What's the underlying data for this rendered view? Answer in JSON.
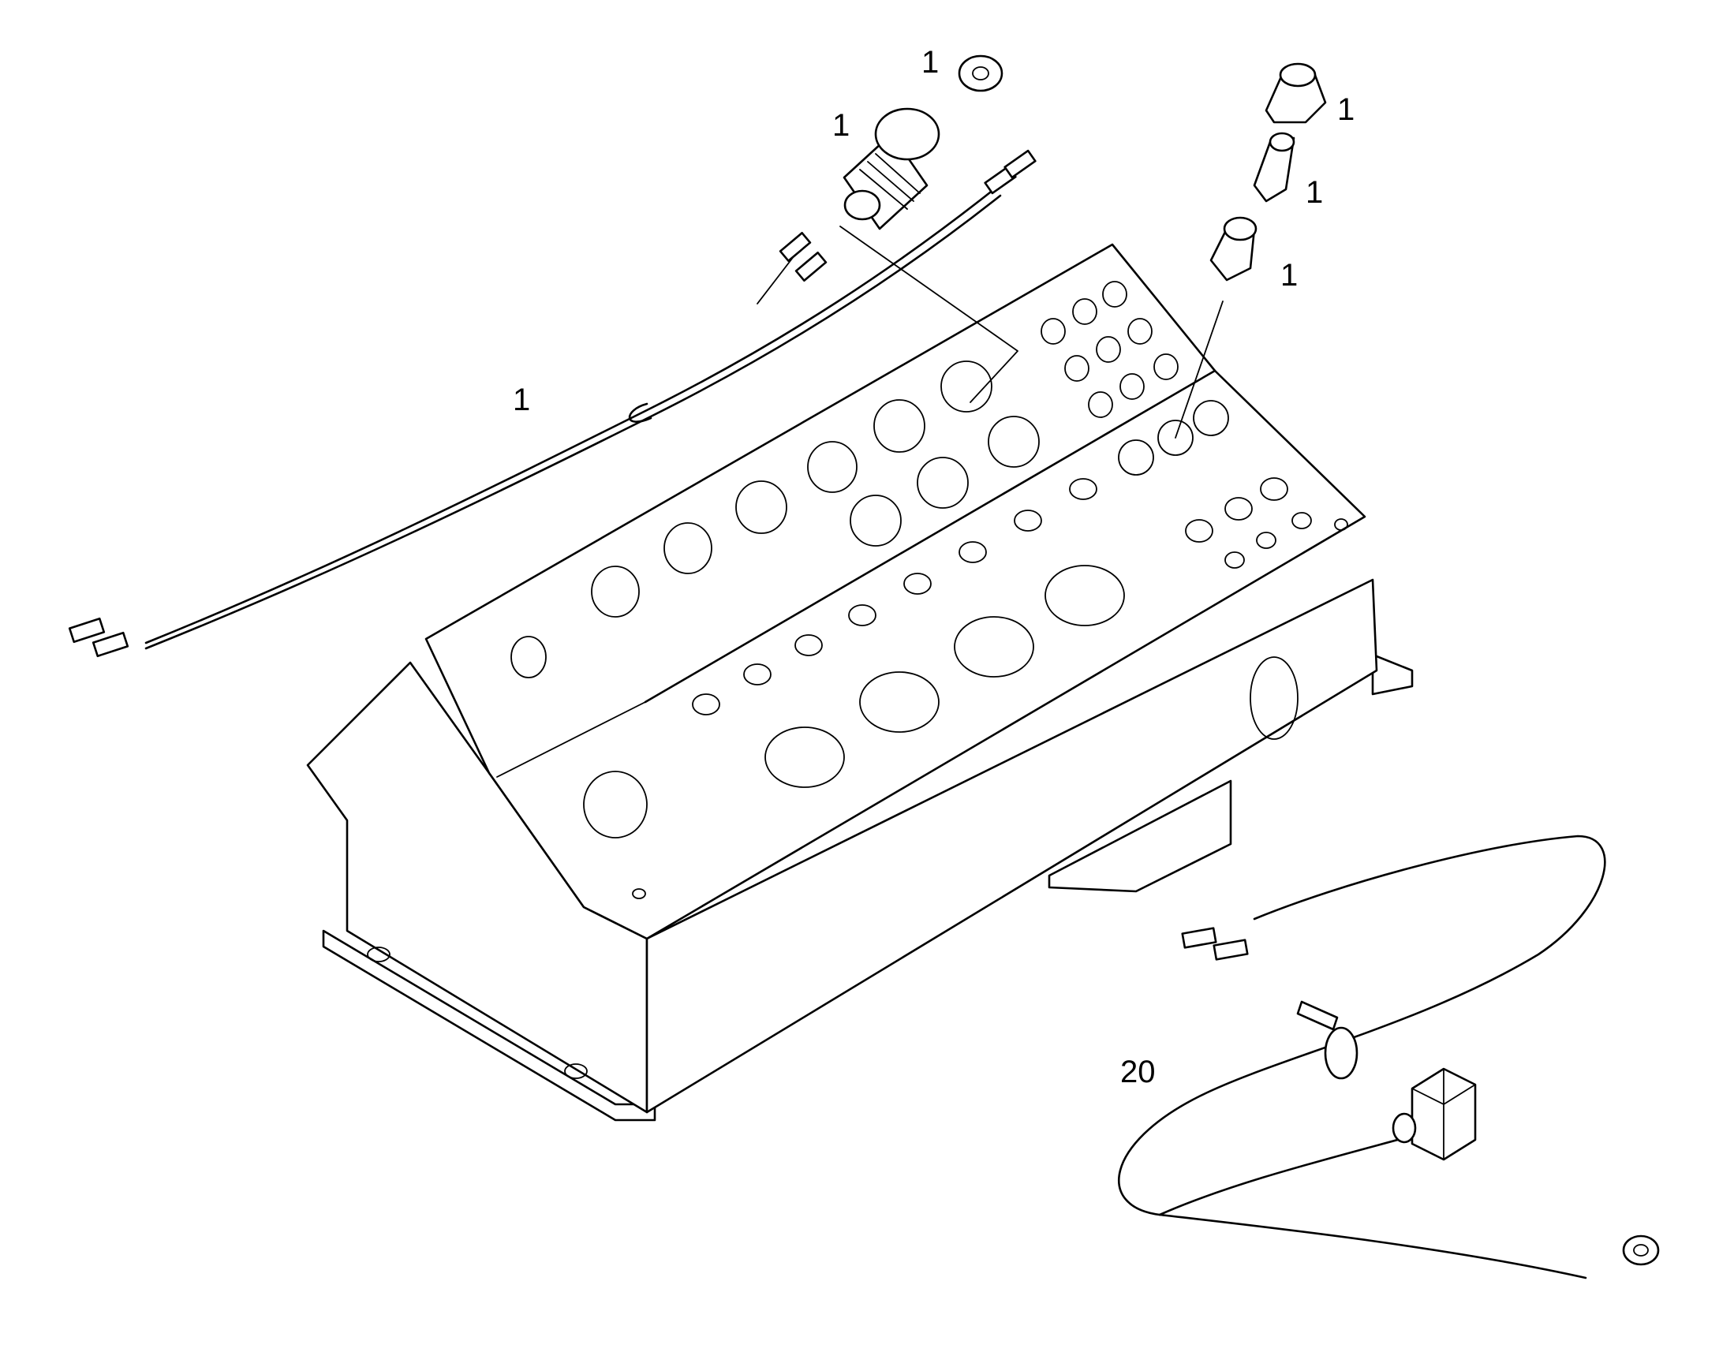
{
  "callouts": {
    "grommet": "1",
    "pushbutton": "1",
    "wire_harness": "1",
    "lamp_cap": "1",
    "lamp_bulb": "1",
    "lamp_socket": "1",
    "sensor_cable": "20"
  }
}
